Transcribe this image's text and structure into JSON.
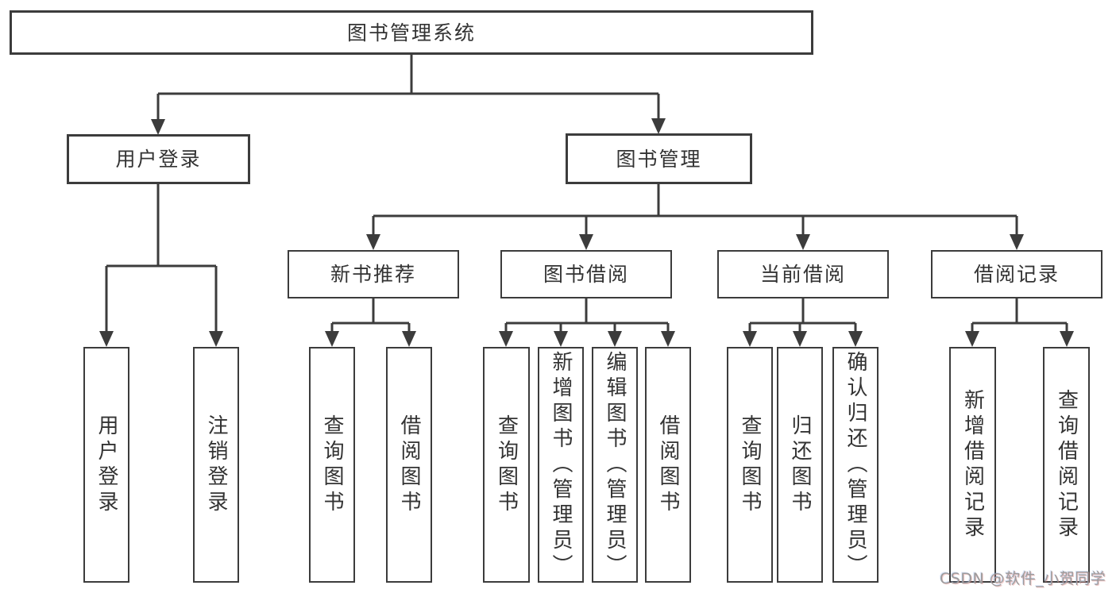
{
  "diagram": {
    "root": {
      "label": "图书管理系统"
    },
    "level2": [
      {
        "label": "用户登录"
      },
      {
        "label": "图书管理"
      }
    ],
    "level3": [
      {
        "label": "新书推荐"
      },
      {
        "label": "图书借阅"
      },
      {
        "label": "当前借阅"
      },
      {
        "label": "借阅记录"
      }
    ],
    "leaves": {
      "user_login": [
        "用户登录",
        "注销登录"
      ],
      "new_book": [
        "查询图书",
        "借阅图书"
      ],
      "book_borrow": [
        "查询图书",
        "新增图书（管理员）",
        "编辑图书（管理员）",
        "借阅图书"
      ],
      "current_borrow": [
        "查询图书",
        "归还图书",
        "确认归还（管理员）"
      ],
      "borrow_record": [
        "新增借阅记录",
        "查询借阅记录"
      ]
    }
  },
  "watermark": {
    "text": "CSDN @软件_小贺同学"
  },
  "colors": {
    "line": "#3c3c3c",
    "box_border": "#3c3c3c",
    "text": "#333333",
    "watermark": "#9c9c9c",
    "background": "#ffffff"
  }
}
